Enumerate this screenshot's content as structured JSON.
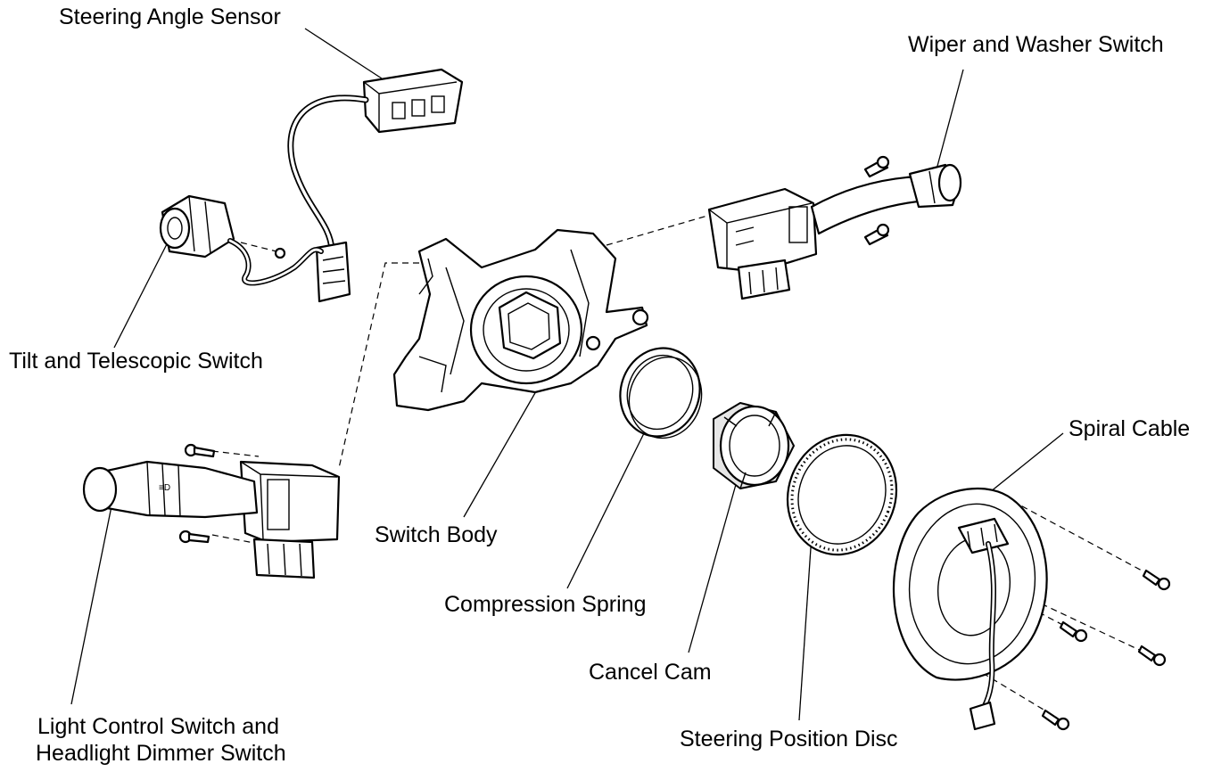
{
  "labels": {
    "steering_angle_sensor": "Steering Angle Sensor",
    "wiper_washer_switch": "Wiper and Washer Switch",
    "tilt_telescopic_switch": "Tilt and Telescopic Switch",
    "switch_body": "Switch Body",
    "spiral_cable": "Spiral Cable",
    "compression_spring": "Compression Spring",
    "cancel_cam": "Cancel Cam",
    "steering_position_disc": "Steering Position Disc",
    "light_control_line1": "Light Control Switch and",
    "light_control_line2": "Headlight Dimmer Switch"
  },
  "colors": {
    "ink": "#000000",
    "background": "#ffffff"
  }
}
